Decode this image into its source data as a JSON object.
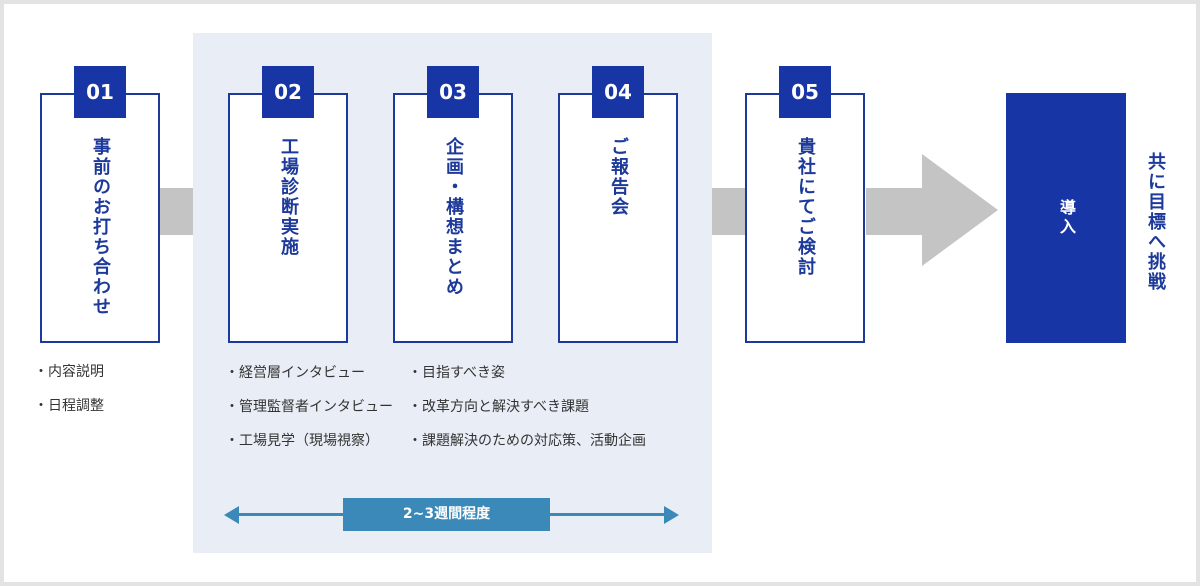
{
  "steps": [
    {
      "number": "01",
      "title": "事前のお打ち合わせ"
    },
    {
      "number": "02",
      "title": "工場診断実施"
    },
    {
      "number": "03",
      "title": "企画・構想まとめ"
    },
    {
      "number": "04",
      "title": "ご報告会"
    },
    {
      "number": "05",
      "title": "貴社にてご検討"
    }
  ],
  "final": {
    "title": "導入"
  },
  "side_text": "共に目標へ挑戦",
  "bullets": {
    "step01": [
      "・内容説明",
      "・日程調整"
    ],
    "step02": [
      "・経営層インタビュー",
      "・管理監督者インタビュー",
      "・工場見学（現場視察）"
    ],
    "step03": [
      "・目指すべき姿",
      "・改革方向と解決すべき課題",
      "・課題解決のための対応策、活動企画"
    ]
  },
  "duration": {
    "label": "2~3週間程度"
  },
  "colors": {
    "primary": "#1735a5",
    "accent": "#3a89b8",
    "band": "#e8edf6",
    "connector": "#c4c4c4"
  }
}
